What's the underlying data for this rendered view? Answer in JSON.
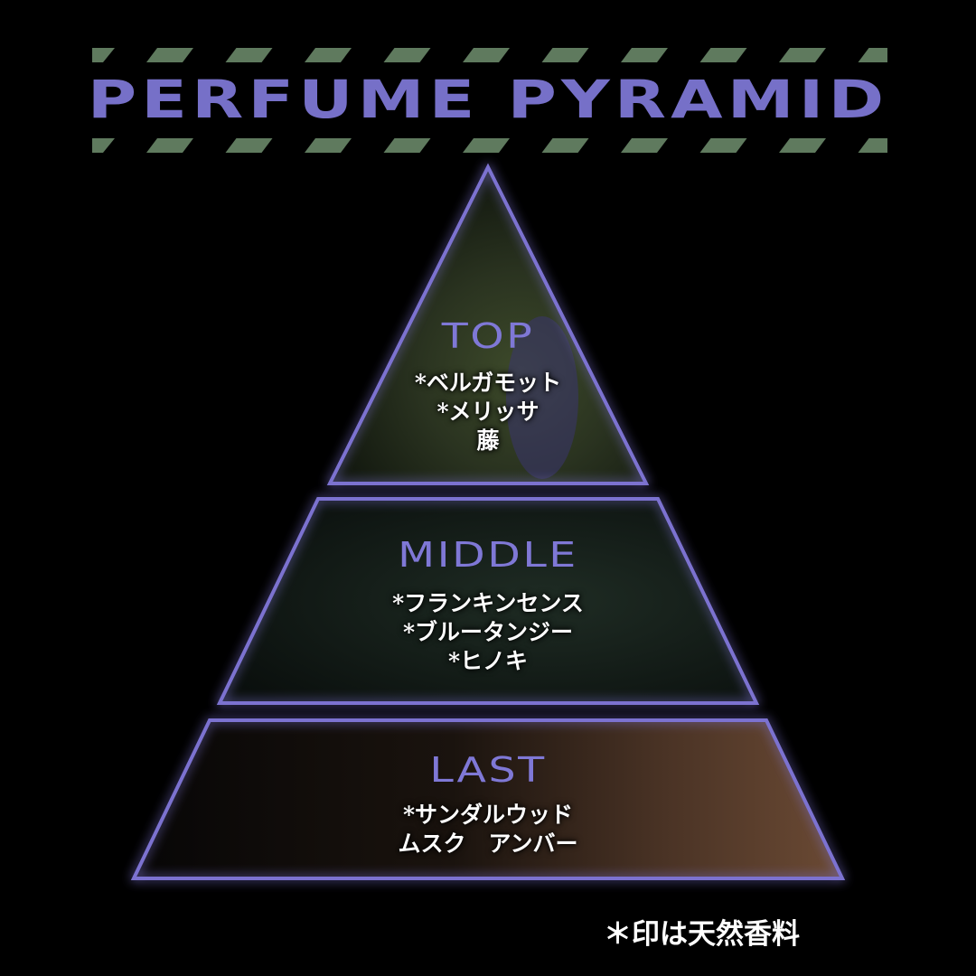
{
  "title": "PERFUME PYRAMID",
  "colors": {
    "accent": "#7670c8",
    "stripe": "#5f7a5e",
    "background": "#000000"
  },
  "tiers": [
    {
      "label": "TOP",
      "notes": [
        "*ベルガモット",
        "*メリッサ",
        "藤"
      ]
    },
    {
      "label": "MIDDLE",
      "notes": [
        "*フランキンセンス",
        "*ブルータンジー",
        "*ヒノキ"
      ]
    },
    {
      "label": "LAST",
      "notes": [
        "*サンダルウッド",
        "ムスク　アンバー"
      ]
    }
  ],
  "footnote": "＊印は天然香料"
}
